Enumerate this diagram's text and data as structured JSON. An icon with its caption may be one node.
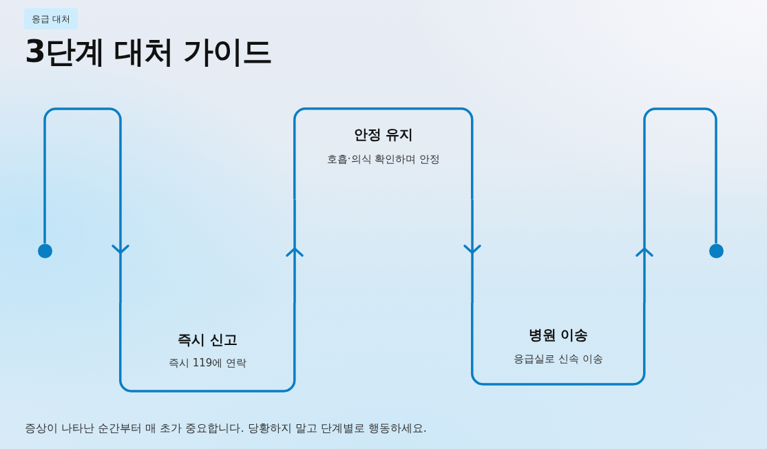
{
  "diagram": {
    "title": "3단계 대처 가이드",
    "caption": "증상이 나타난 순간부터 매 초가 중요합니다. 당황하지 말고 단계별로 행동하세요.",
    "nodes": [
      {
        "text": [],
        "shape": "circle"
      },
      {
        "text": [
          "즉시 신고",
          "즉시 119에 연락"
        ]
      },
      {
        "text": [
          "안정 유지",
          "호흡·의식 확인하며 안정"
        ]
      },
      {
        "text": [
          "병원 이송",
          "응급실로 신속 이송"
        ]
      },
      {
        "text": [],
        "shape": "circle"
      }
    ],
    "edges": [
      {
        "from": 0,
        "to": 1,
        "arrow": "to"
      },
      {
        "from": 1,
        "to": 2,
        "arrow": "to"
      },
      {
        "from": 2,
        "to": 3,
        "arrow": "to"
      },
      {
        "from": 3,
        "to": 4,
        "arrow": "to"
      }
    ],
    "labels": [
      "응급 대처"
    ]
  }
}
